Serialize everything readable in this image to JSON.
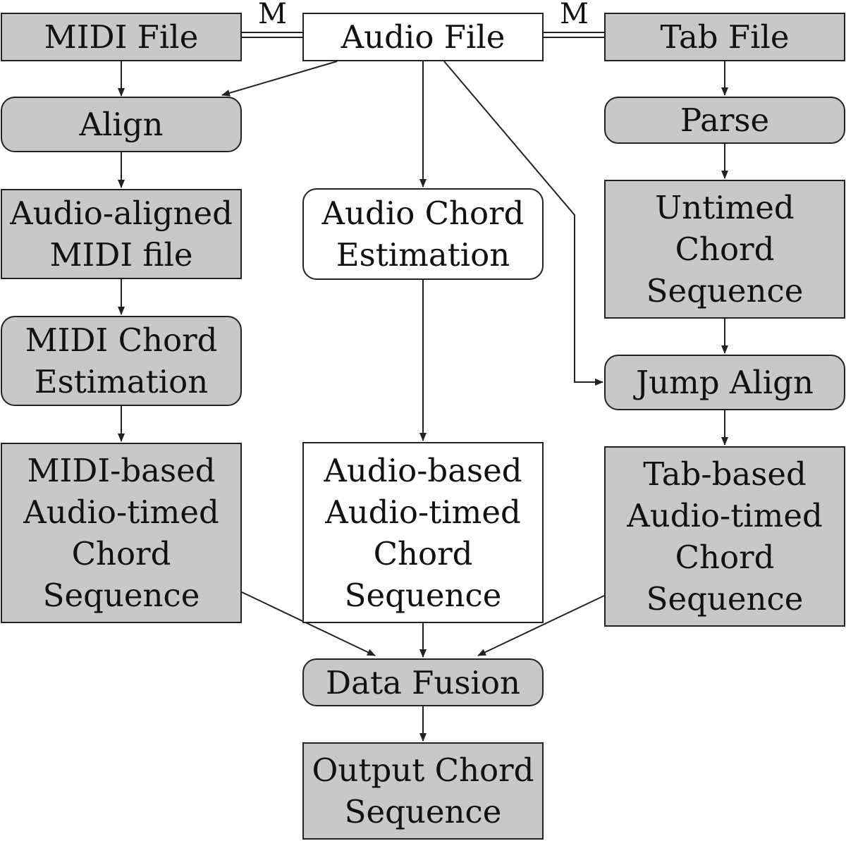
{
  "nodes": {
    "midi_file": "MIDI File",
    "audio_file": "Audio File",
    "tab_file": "Tab File",
    "align": "Align",
    "parse": "Parse",
    "audio_aligned_midi": "Audio-aligned\nMIDI file",
    "audio_chord_estimation": "Audio Chord\nEstimation",
    "untimed_chord_sequence": "Untimed\nChord\nSequence",
    "midi_chord_estimation": "MIDI Chord\nEstimation",
    "jump_align": "Jump Align",
    "midi_based_sequence": "MIDI-based\nAudio-timed\nChord\nSequence",
    "audio_based_sequence": "Audio-based\nAudio-timed\nChord\nSequence",
    "tab_based_sequence": "Tab-based\nAudio-timed\nChord\nSequence",
    "data_fusion": "Data Fusion",
    "output_chord_sequence": "Output Chord\nSequence"
  },
  "edge_labels": {
    "midi_audio": "M",
    "audio_tab": "M"
  },
  "colors": {
    "gray_fill": "#c8c8c8",
    "white_fill": "#ffffff",
    "stroke": "#222222"
  }
}
